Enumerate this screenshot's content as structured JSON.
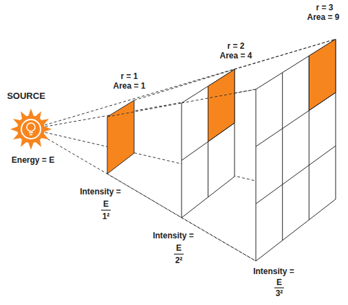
{
  "diagram": {
    "labels": [
      "SOURCE",
      "Energy = E",
      "r = 1",
      "Area = 1",
      "Intensity =",
      "E",
      "1²",
      "r = 2",
      "Area = 4",
      "Intensity =",
      "E",
      "2²",
      "r = 3",
      "Area = 9",
      "Intensity =",
      "E",
      "3²"
    ]
  }
}
